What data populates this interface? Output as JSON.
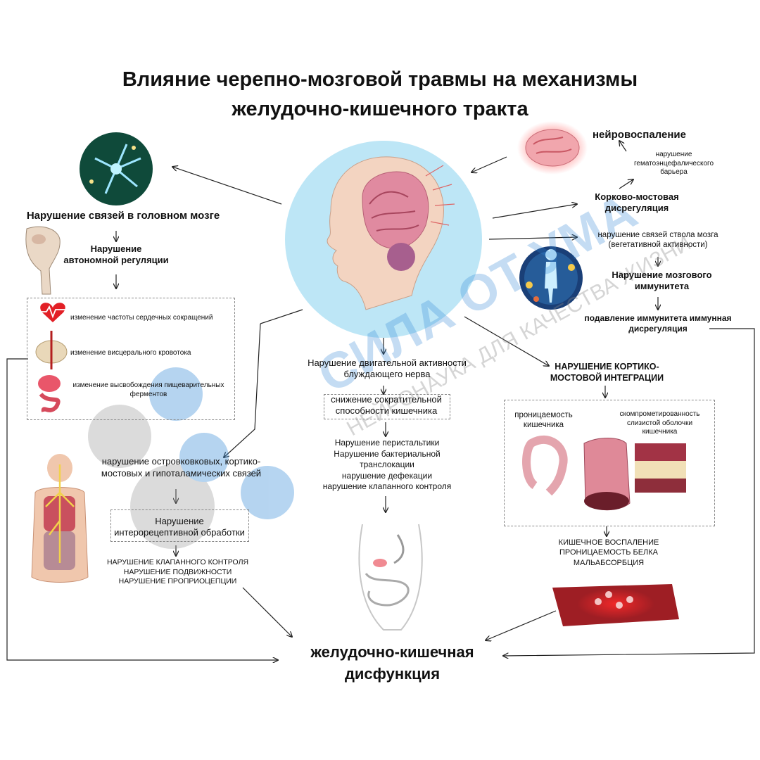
{
  "title": "Влияние черепно-мозговой травмы на механизмы желудочно-кишечного тракта",
  "left": {
    "brain_links": "Нарушение связей в головном мозге",
    "autonomic": "Нарушение автономной регуляции",
    "items": [
      "изменение частоты сердечных сокращений",
      "изменение висцерального кровотока",
      "изменение высвобождения пищеварительных ферментов"
    ],
    "insular": "нарушение островковковых, кортико-мостовых и гипоталамических связей",
    "interoceptive": "Нарушение интерорецептивной обработки",
    "valve_list": [
      "НАРУШЕНИЕ КЛАПАННОГО КОНТРОЛЯ",
      "НАРУШЕНИЕ ПОДВИЖНОСТИ",
      "НАРУШЕНИЕ ПРОПРИОЦЕПЦИИ"
    ]
  },
  "center": {
    "vagus": "Нарушение двигательной активности блуждающего нерва",
    "contractility": "снижение сократительной способности кишечника",
    "effects": [
      "Нарушение перистальтики",
      "Нарушение бактериальной",
      "транслокации",
      "нарушение дефекации",
      "нарушение клапанного контроля"
    ]
  },
  "right": {
    "neuroinflammation": "нейровоспаление",
    "bbb": "нарушение гематоэнцефалического барьера",
    "cortico_pontine_dysreg": "Корково-мостовая дисрегуляция",
    "brainstem": "нарушение связей ствола мозга (вегетативной активности)",
    "immunity": "Нарушение мозгового иммунитета",
    "suppression": "подавление иммунитета иммунная дисрегуляция",
    "integration": "НАРУШЕНИЕ КОРТИКО-МОСТОВОЙ ИНТЕГРАЦИИ",
    "permeability": "проницаемость кишечника",
    "mucosa": "скомпрометированность слизистой оболочки кишечника",
    "inflammation_list": [
      "КИШЕЧНОЕ ВОСПАЛЕНИЕ",
      "ПРОНИЦАЕМОСТЬ БЕЛКА",
      "МАЛЬАБСОРБЦИЯ"
    ]
  },
  "result": "желудочно-кишечная дисфункция",
  "watermark": {
    "main": "СИЛА ОТ УМА",
    "sub": "НЕЙРОНАУКА ДЛЯ КАЧЕСТВА ЖИЗНИ"
  },
  "colors": {
    "head_circle": "#bde6f6",
    "watermark": "#2f86d6",
    "arrow": "#222222"
  }
}
